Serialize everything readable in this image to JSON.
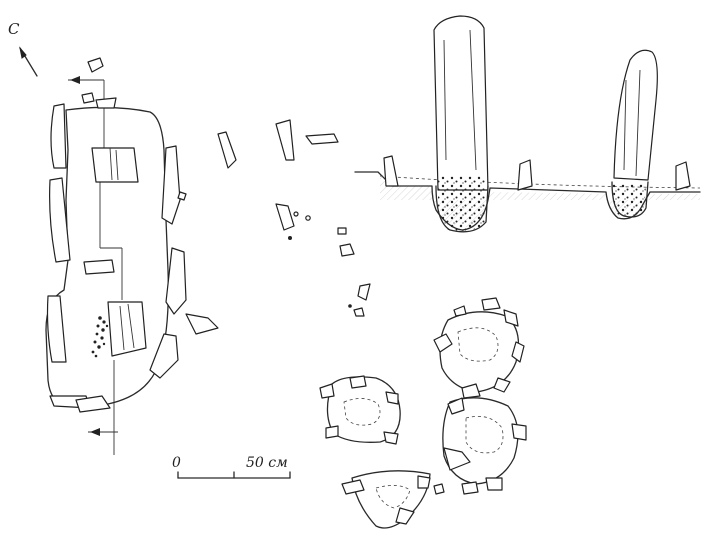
{
  "north_label": "С",
  "scale": {
    "start_label": "0",
    "end_label": "50 см"
  },
  "colors": {
    "ink": "#222222",
    "background": "#ffffff"
  }
}
